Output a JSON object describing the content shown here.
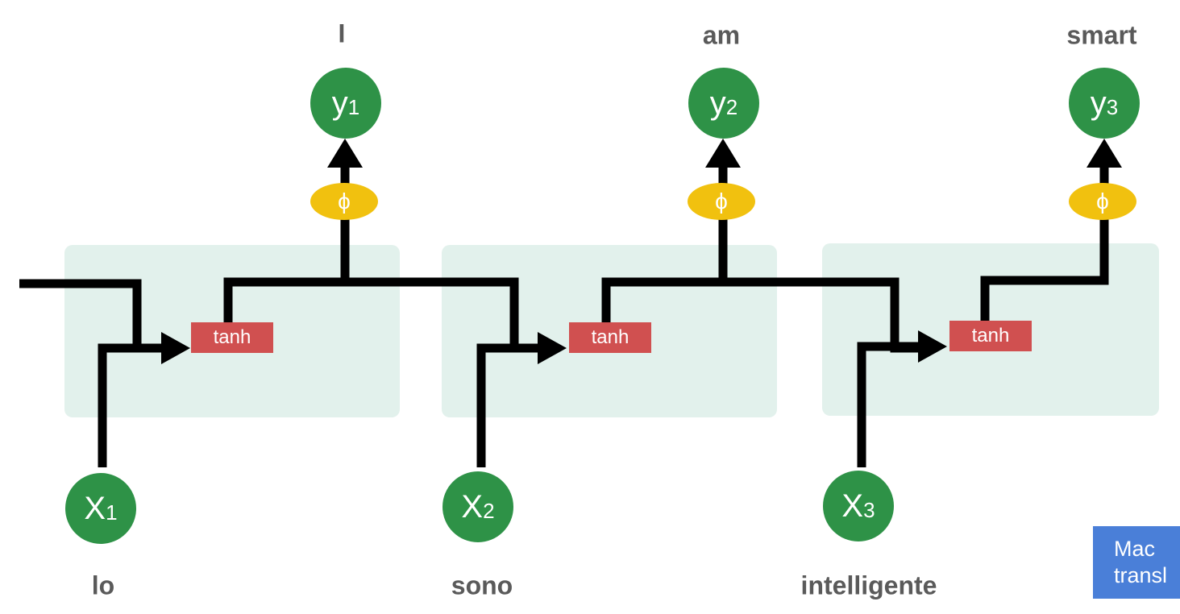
{
  "cells": [
    {
      "input_symbol": "X",
      "input_sub": "1",
      "output_symbol": "y",
      "output_sub": "1",
      "input_word": "lo",
      "output_word": "I",
      "activation": "tanh",
      "output_fn": "ϕ"
    },
    {
      "input_symbol": "X",
      "input_sub": "2",
      "output_symbol": "y",
      "output_sub": "2",
      "input_word": "sono",
      "output_word": "am",
      "activation": "tanh",
      "output_fn": "ϕ"
    },
    {
      "input_symbol": "X",
      "input_sub": "3",
      "output_symbol": "y",
      "output_sub": "3",
      "input_word": "intelligente",
      "output_word": "smart",
      "activation": "tanh",
      "output_fn": "ϕ"
    }
  ],
  "badge": {
    "line1": "Mac",
    "line2": "transl"
  },
  "colors": {
    "node_green": "#2e9247",
    "phi_yellow": "#f1c10f",
    "tanh_red": "#d05050",
    "cell_bg": "#e2f1ec",
    "arrow": "#000000",
    "label_gray": "#5a5a5a",
    "badge_blue": "#4a7fd8"
  }
}
